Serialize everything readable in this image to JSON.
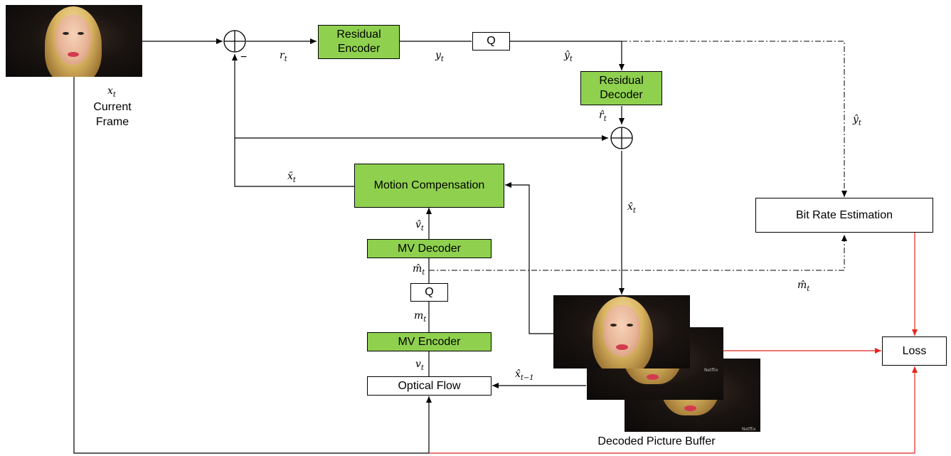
{
  "blocks": {
    "residual_encoder": "Residual\nEncoder",
    "residual_decoder": "Residual\nDecoder",
    "q_top": "Q",
    "q_mid": "Q",
    "motion_compensation": "Motion Compensation",
    "mv_decoder": "MV Decoder",
    "mv_encoder": "MV Encoder",
    "optical_flow": "Optical Flow",
    "bit_rate_estimation": "Bit Rate Estimation",
    "loss": "Loss"
  },
  "labels": {
    "x_t": {
      "base": "x",
      "sub": "t"
    },
    "current_frame": "Current\nFrame",
    "r_t": {
      "base": "r",
      "sub": "t"
    },
    "y_t": {
      "base": "y",
      "sub": "t"
    },
    "y_hat_t": {
      "base": "ŷ",
      "sub": "t"
    },
    "y_hat_t_right": {
      "base": "ŷ",
      "sub": "t"
    },
    "r_hat_t": {
      "base": "r̂",
      "sub": "t"
    },
    "x_bar_t": {
      "base": "x̄",
      "sub": "t"
    },
    "x_hat_t": {
      "base": "x̂",
      "sub": "t"
    },
    "v_hat_t": {
      "base": "v̂",
      "sub": "t"
    },
    "m_hat_t": {
      "base": "m̂",
      "sub": "t"
    },
    "m_hat_t_right": {
      "base": "m̂",
      "sub": "t"
    },
    "m_t": {
      "base": "m",
      "sub": "t"
    },
    "v_t": {
      "base": "v",
      "sub": "t"
    },
    "x_hat_t_minus_1": {
      "base": "x̂",
      "sub": "t−1"
    },
    "minus_sign": "−",
    "decoded_picture_buffer": "Decoded Picture Buffer"
  },
  "colors": {
    "module_fill": "#8fd14f",
    "wire": "#000000",
    "loss_wire": "#e8231f"
  }
}
